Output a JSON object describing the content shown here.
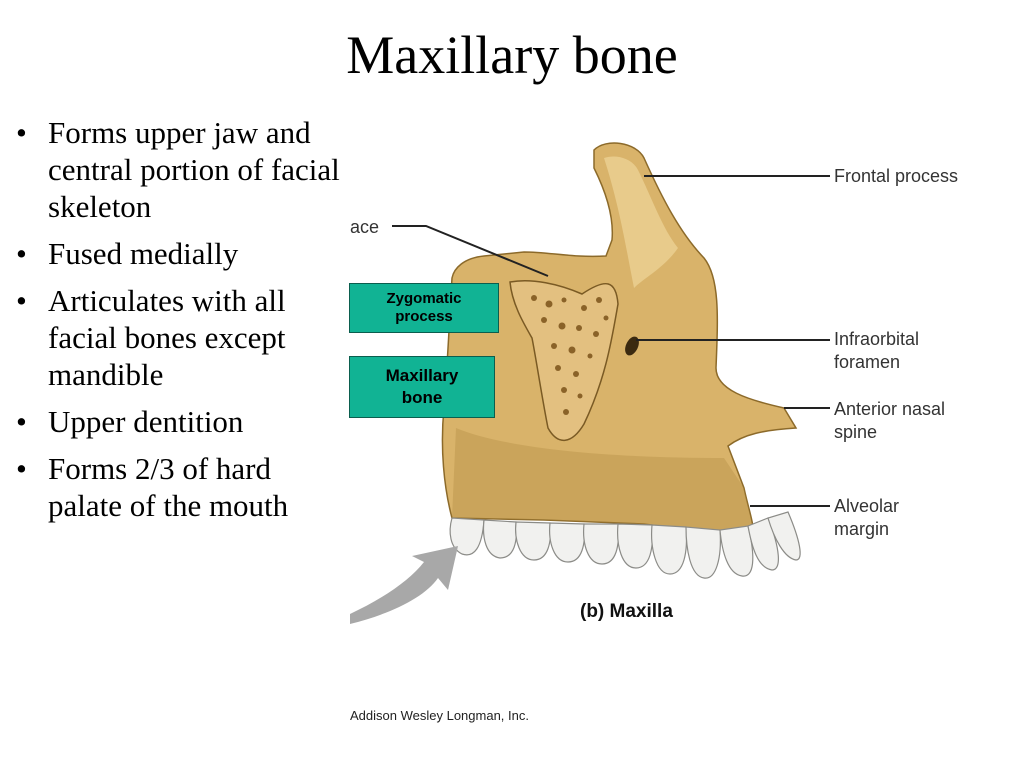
{
  "slide": {
    "title": "Maxillary bone",
    "bullets": [
      "Forms upper jaw and central portion of facial skeleton",
      "Fused medially",
      "Articulates with all facial bones except mandible",
      "Upper dentition",
      "Forms 2/3 of hard palate of the mouth"
    ]
  },
  "figure": {
    "labels": {
      "frontal_process": "Frontal process",
      "ace": "ace",
      "infraorbital_line1": "Infraorbital",
      "infraorbital_line2": "foramen",
      "anterior_nasal_line1": "Anterior nasal",
      "anterior_nasal_line2": "spine",
      "alveolar_line1": "Alveolar",
      "alveolar_line2": "margin"
    },
    "tags": {
      "zygomatic_line1": "Zygomatic",
      "zygomatic_line2": "process",
      "maxillary_line1": "Maxillary",
      "maxillary_line2": "bone"
    },
    "caption": "(b)  Maxilla",
    "credit": "Addison Wesley Longman, Inc.",
    "colors": {
      "bone": "#d9b36a",
      "bone_light": "#ebd194",
      "bone_dark": "#b08a3e",
      "tag_fill": "#11b394",
      "teeth": "#f1f1ef",
      "arrow": "#a8a8a8"
    }
  }
}
